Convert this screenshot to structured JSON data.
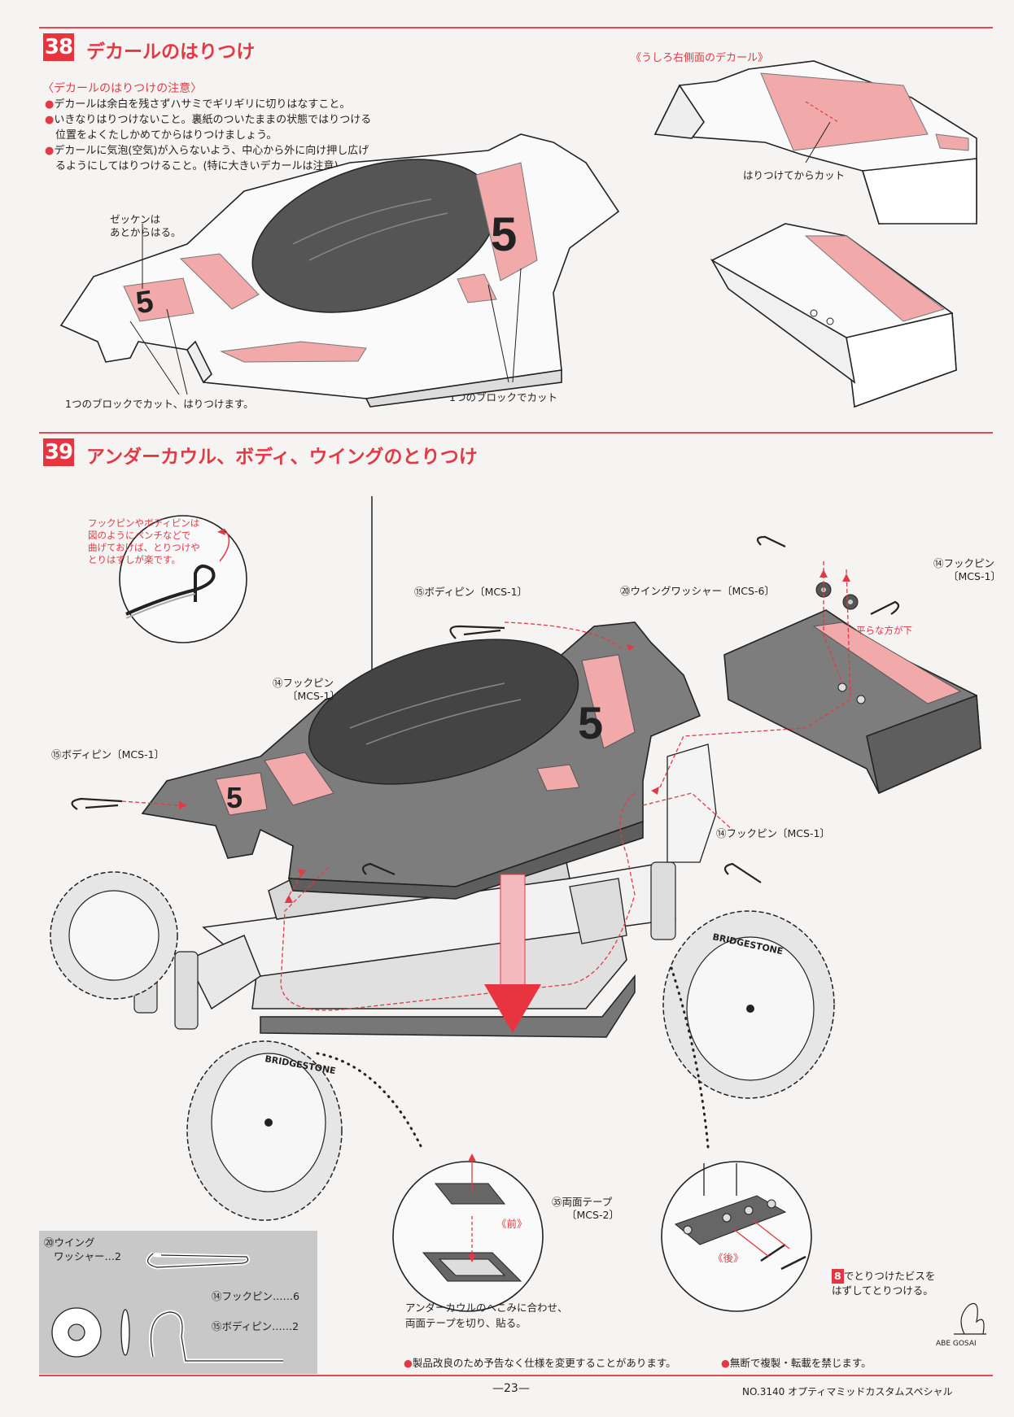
{
  "step38": {
    "number": "38",
    "title": "デカールのはりつけ",
    "notes_heading": "〈デカールのはりつけの注意〉",
    "notes": [
      "デカールは余白を残さずハサミでギリギリに切りはなすこと。",
      "いきなりはりつけないこと。裏紙のついたままの状態ではりつける",
      "位置をよくたしかめてからはりつけましょう。",
      "デカールに気泡(空気)が入らないよう、中心から外に向け押し広げ",
      "るようにしてはりつけること。(特に大きいデカールは注意)"
    ],
    "rear_right_label": "《うしろ右側面のデカール》",
    "cut_after_label": "はりつけてからカット",
    "number_label_1": "ゼッケンは",
    "number_label_2": "あとからはる。",
    "cut_stick_label": "1つのブロックでカット、はりつけます。",
    "cut_block_label": "1つのブロックでカット",
    "race_number": "5"
  },
  "step39": {
    "number": "39",
    "title": "アンダーカウル、ボディ、ウイングのとりつけ",
    "tip": [
      "フックピンやボディピンは",
      "図のようにペンチなどで",
      "曲げておけば、とりつけや",
      "とりはずしが楽です。"
    ],
    "labels": {
      "body_pin_top": "⑮ボディピン〔MCS-1〕",
      "wing_washer": "⑳ウイングワッシャー〔MCS-6〕",
      "hook_pin_top_1": "⑭フックピン",
      "hook_pin_top_2": "〔MCS-1〕",
      "flat_side_down": "平らな方が下",
      "hook_pin_mid_1": "⑭フックピン",
      "hook_pin_mid_2": "〔MCS-1〕",
      "body_pin_left": "⑮ボディピン〔MCS-1〕",
      "hook_pin_right": "⑭フックピン〔MCS-1〕",
      "double_tape_1": "㉟両面テープ",
      "double_tape_2": "〔MCS-2〕",
      "front": "《前》",
      "rear": "《後》",
      "under_cowl_1": "アンダーカウルのへこみに合わせ、",
      "under_cowl_2": "両面テープを切り、貼る。",
      "screw_num": "8",
      "screw_1": "でとりつけたビスを",
      "screw_2": "はずしてとりつける。",
      "tire_brand": "BRIDGESTONE"
    },
    "parts": {
      "washer_1": "⑳ウイング",
      "washer_2": "ワッシャー…2",
      "hook_pin": "⑭フックピン……6",
      "body_pin": "⑮ボディピン……2"
    }
  },
  "footer": {
    "note1": "製品改良のため予告なく仕様を変更することがあります。",
    "note2": "無断で複製・転載を禁じます。",
    "page": "—23—",
    "model": "NO.3140 オプティマミッドカスタムスペシャル",
    "logo": "ABE GOSAI"
  },
  "colors": {
    "accent": "#e8343e",
    "decal_pink": "#f2a9aa",
    "body_grey": "#777777"
  }
}
